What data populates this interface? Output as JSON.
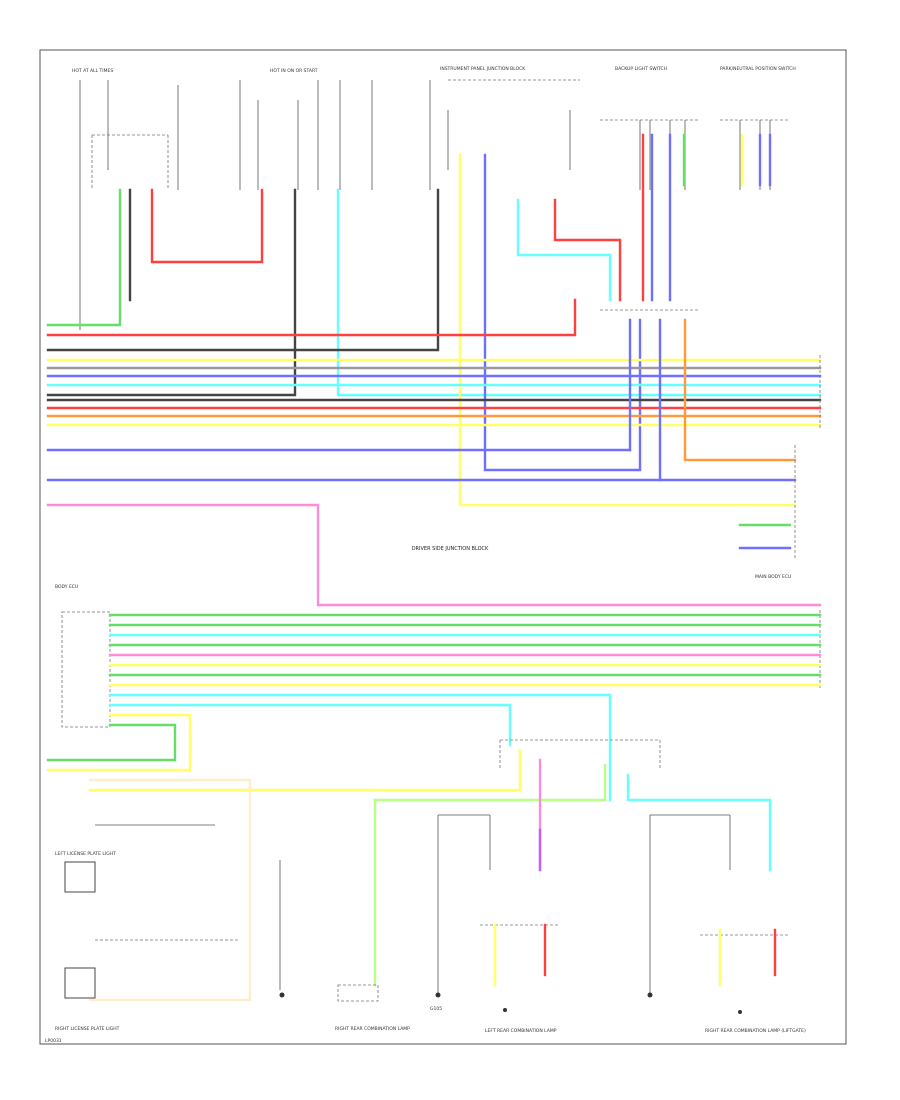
{
  "diagram": {
    "bottom_left_code": "LP0031",
    "center_label": "DRIVER SIDE JUNCTION BLOCK",
    "labels": {
      "top_left": "HOT AT ALL TIMES",
      "top_mid": "HOT IN ON OR START",
      "top_center": "INSTRUMENT PANEL JUNCTION BLOCK",
      "top_right_a": "BACKUP LIGHT SWITCH",
      "top_right_b": "PARK/NEUTRAL POSITION SWITCH",
      "mid_left": "BODY ECU",
      "left_bottom_a": "LEFT LICENSE PLATE LIGHT",
      "left_bottom_b": "RIGHT LICENSE PLATE LIGHT",
      "bottom_a": "RIGHT REAR COMBINATION LAMP",
      "bottom_b": "LEFT REAR COMBINATION LAMP",
      "bottom_c": "RIGHT REAR COMBINATION LAMP (LIFTGATE)",
      "right_mid": "MAIN BODY ECU",
      "ground": "G105"
    }
  },
  "colors": {
    "red": "#ff4040",
    "pink": "#ff8cd9",
    "yellow": "#ffff66",
    "green": "#66dd66",
    "cyan": "#66ffff",
    "blue": "#7070ff",
    "orange": "#ff9a3c",
    "black": "#444444",
    "gray": "#9a9a9a",
    "violet": "#c060ff",
    "light_green": "#b8ff88"
  }
}
